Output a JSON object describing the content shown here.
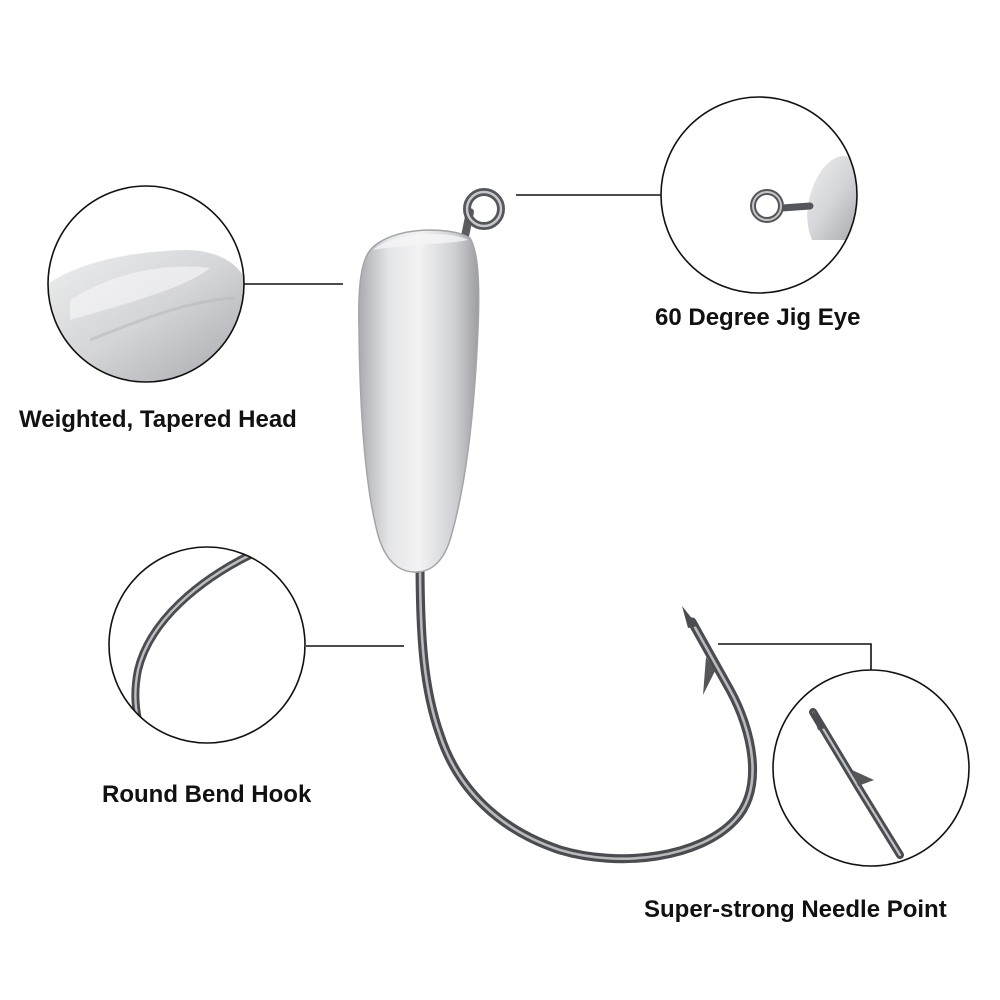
{
  "callouts": {
    "head": {
      "label": "Weighted, Tapered Head"
    },
    "eye": {
      "label": "60 Degree Jig Eye"
    },
    "hook": {
      "label": "Round Bend Hook"
    },
    "point": {
      "label": "Super-strong Needle Point"
    }
  },
  "colors": {
    "background": "#ffffff",
    "text": "#111111",
    "lead_head": "#d9dadc",
    "hook_wire": "#5f6064",
    "circle_outline": "#111111"
  }
}
